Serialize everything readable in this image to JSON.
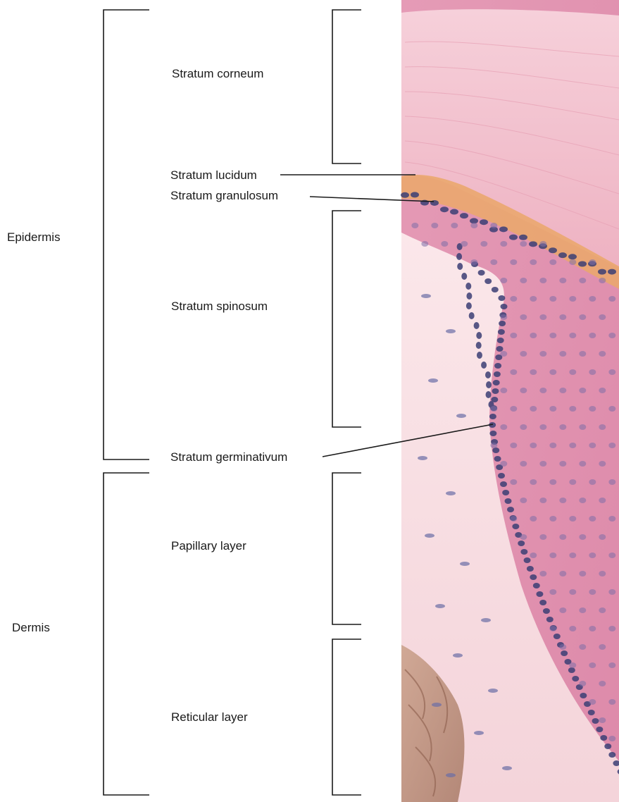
{
  "labels": {
    "epidermis": "Epidermis",
    "dermis": "Dermis",
    "stratum_corneum": "Stratum corneum",
    "stratum_lucidum": "Stratum lucidum",
    "stratum_granulosum": "Stratum granulosum",
    "stratum_spinosum": "Stratum spinosum",
    "stratum_germinativum": "Stratum germinativum",
    "papillary_layer": "Papillary layer",
    "reticular_layer": "Reticular layer"
  },
  "colors": {
    "background": "#ffffff",
    "line": "#1a1a1a",
    "tissue_base": "#e9a3bd",
    "corneum": "#f3c6d2",
    "lucidum_band": "#e9a36a",
    "nucleus": "#3c3f75",
    "papilla_core": "#f7dfe4",
    "reticular_fibers": "#b7866c"
  }
}
